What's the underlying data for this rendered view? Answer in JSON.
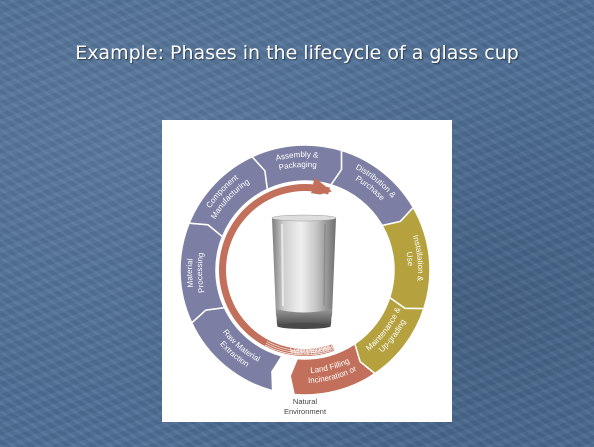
{
  "slide": {
    "title": "Example: Phases in the lifecycle of a glass cup"
  },
  "diagram": {
    "segments": [
      {
        "id": "raw-material-extraction",
        "line1": "Raw Material",
        "line2": "Extraction",
        "color": "#7c7fa3"
      },
      {
        "id": "material-processing",
        "line1": "Material",
        "line2": "Processing",
        "color": "#7c7fa3"
      },
      {
        "id": "component-manufacturing",
        "line1": "Component",
        "line2": "Manufacturing",
        "color": "#7c7fa3"
      },
      {
        "id": "assembly-packaging",
        "line1": "Assembly &",
        "line2": "Packaging",
        "color": "#7c7fa3"
      },
      {
        "id": "distribution-purchase",
        "line1": "Distribution &",
        "line2": "Purchase",
        "color": "#7c7fa3"
      },
      {
        "id": "installation-use",
        "line1": "Installation &",
        "line2": "Use",
        "color": "#b5a23f"
      },
      {
        "id": "maintenance-upgrading",
        "line1": "Maintenance &",
        "line2": "Up-grading",
        "color": "#b5a23f"
      },
      {
        "id": "land-filling",
        "line1": "Land Filling",
        "line2": "Incineration or",
        "color": "#c2705b"
      }
    ],
    "return_labels": [
      "Product Reuse",
      "Component Reuse",
      "Material Recycling"
    ],
    "environment_line1": "Natural",
    "environment_line2": "Environment",
    "colors": {
      "upstream": "#7c7fa3",
      "use_phase": "#b5a23f",
      "end_of_life": "#c2705b",
      "divider": "#ffffff"
    },
    "center_image": "glass-cup"
  }
}
